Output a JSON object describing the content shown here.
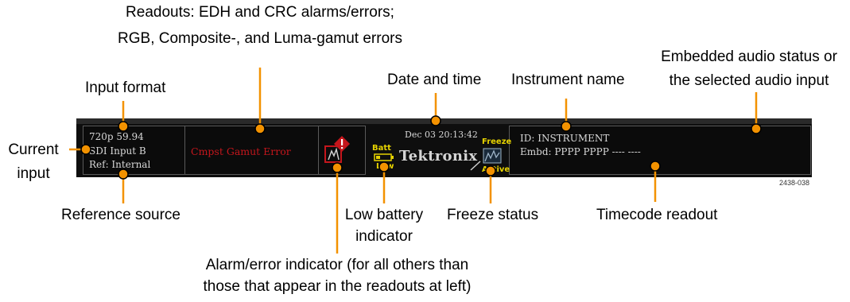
{
  "callouts": {
    "readouts_1": "Readouts: EDH and CRC alarms/errors;",
    "readouts_2": "RGB, Composite-, and Luma-gamut errors",
    "input_format": "Input format",
    "date_time": "Date and time",
    "instrument_name": "Instrument name",
    "embedded_1": "Embedded audio status or",
    "embedded_2": "the selected audio input",
    "current_input_1": "Current",
    "current_input_2": "input",
    "reference_source": "Reference source",
    "low_battery_1": "Low battery",
    "low_battery_2": "indicator",
    "freeze_status": "Freeze status",
    "timecode_readout": "Timecode readout",
    "alarm_1": "Alarm/error indicator (for all others than",
    "alarm_2": "those that appear in the readouts at left)"
  },
  "panel": {
    "format": "720p 59.94",
    "input": "SDI Input B",
    "reference": "Ref: Internal",
    "gamut_error": "Cmpst Gamut Error",
    "datetime": "Dec 03 20:13:42",
    "batt_label": "Batt",
    "batt_low": "Low",
    "brand": "Tektronix",
    "freeze_label": "Freeze",
    "freeze_active": "Active",
    "instrument_id": "ID: INSTRUMENT",
    "embedded": "Embd: PPPP PPPP ---- ----"
  },
  "figure_number": "2438-038",
  "colors": {
    "panel_bg": "#0e0e0e",
    "accent_orange": "#f39200",
    "error_red": "#c4161c",
    "status_yellow": "#e6d200"
  }
}
